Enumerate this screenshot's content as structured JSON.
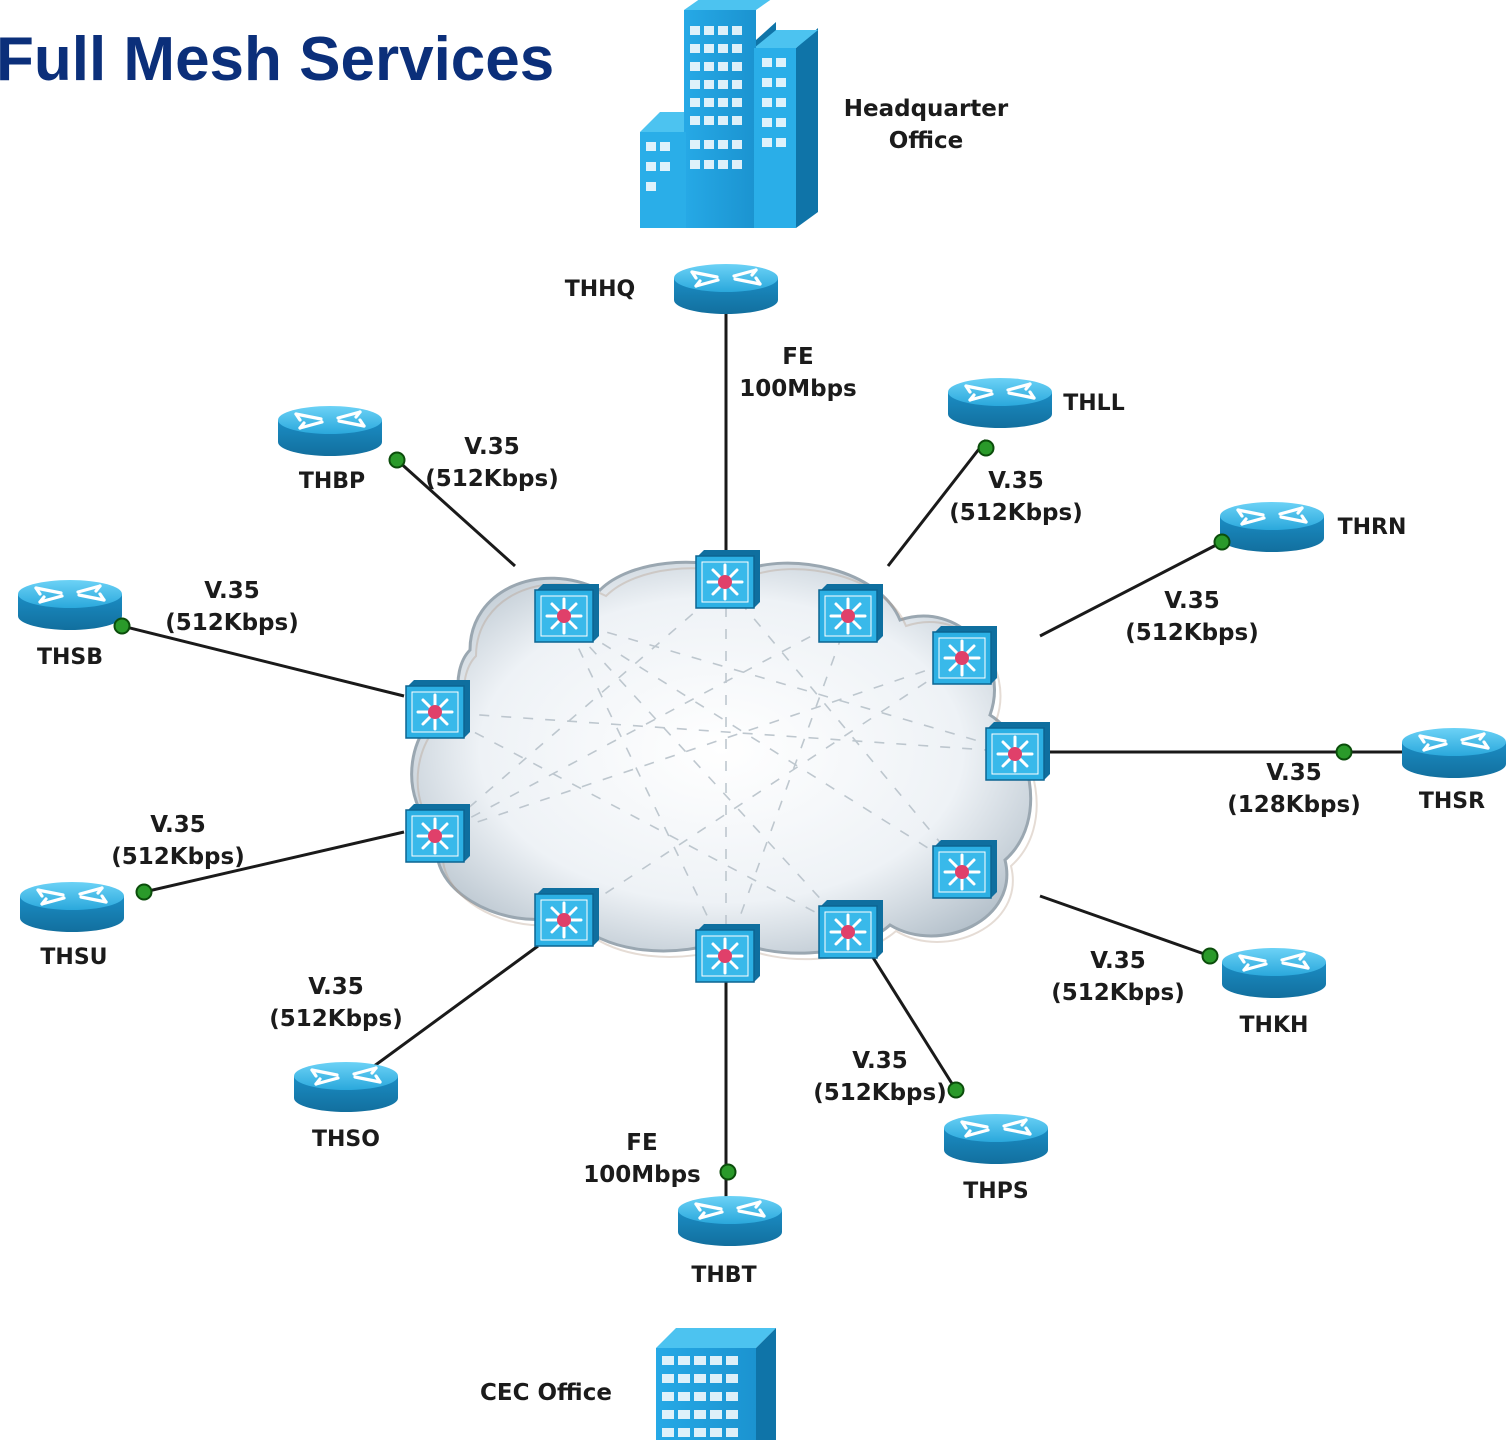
{
  "title": "Full Mesh Services",
  "buildings": {
    "headquarter": {
      "line1": "Headquarter",
      "line2": "Office"
    },
    "cec": {
      "label": "CEC Office"
    }
  },
  "routers": [
    {
      "id": "thhq",
      "name": "THHQ"
    },
    {
      "id": "thll",
      "name": "THLL"
    },
    {
      "id": "thrn",
      "name": "THRN"
    },
    {
      "id": "thsr",
      "name": "THSR"
    },
    {
      "id": "thkh",
      "name": "THKH"
    },
    {
      "id": "thps",
      "name": "THPS"
    },
    {
      "id": "thbt",
      "name": "THBT"
    },
    {
      "id": "thso",
      "name": "THSO"
    },
    {
      "id": "thsu",
      "name": "THSU"
    },
    {
      "id": "thsb",
      "name": "THSB"
    },
    {
      "id": "thbp",
      "name": "THBP"
    }
  ],
  "links": [
    {
      "id": "thhq",
      "line1": "FE",
      "line2": "100Mbps"
    },
    {
      "id": "thll",
      "line1": "V.35",
      "line2": "(512Kbps)"
    },
    {
      "id": "thrn",
      "line1": "V.35",
      "line2": "(512Kbps)"
    },
    {
      "id": "thsr",
      "line1": "V.35",
      "line2": "(128Kbps)"
    },
    {
      "id": "thkh",
      "line1": "V.35",
      "line2": "(512Kbps)"
    },
    {
      "id": "thps",
      "line1": "V.35",
      "line2": "(512Kbps)"
    },
    {
      "id": "thbt",
      "line1": "FE",
      "line2": "100Mbps"
    },
    {
      "id": "thso",
      "line1": "V.35",
      "line2": "(512Kbps)"
    },
    {
      "id": "thsu",
      "line1": "V.35",
      "line2": "(512Kbps)"
    },
    {
      "id": "thsb",
      "line1": "V.35",
      "line2": "(512Kbps)"
    },
    {
      "id": "thbp",
      "line1": "V.35",
      "line2": "(512Kbps)"
    }
  ],
  "colors": {
    "title": "#0b2f7a",
    "device": "#29a9df",
    "building": "#1fa4e0",
    "connector": "#1f8a1f",
    "switch_star": "#e0406a"
  },
  "icons": {
    "router": "router-icon",
    "switch": "multilayer-switch-icon",
    "building": "office-building-icon",
    "cloud": "cloud-icon"
  }
}
